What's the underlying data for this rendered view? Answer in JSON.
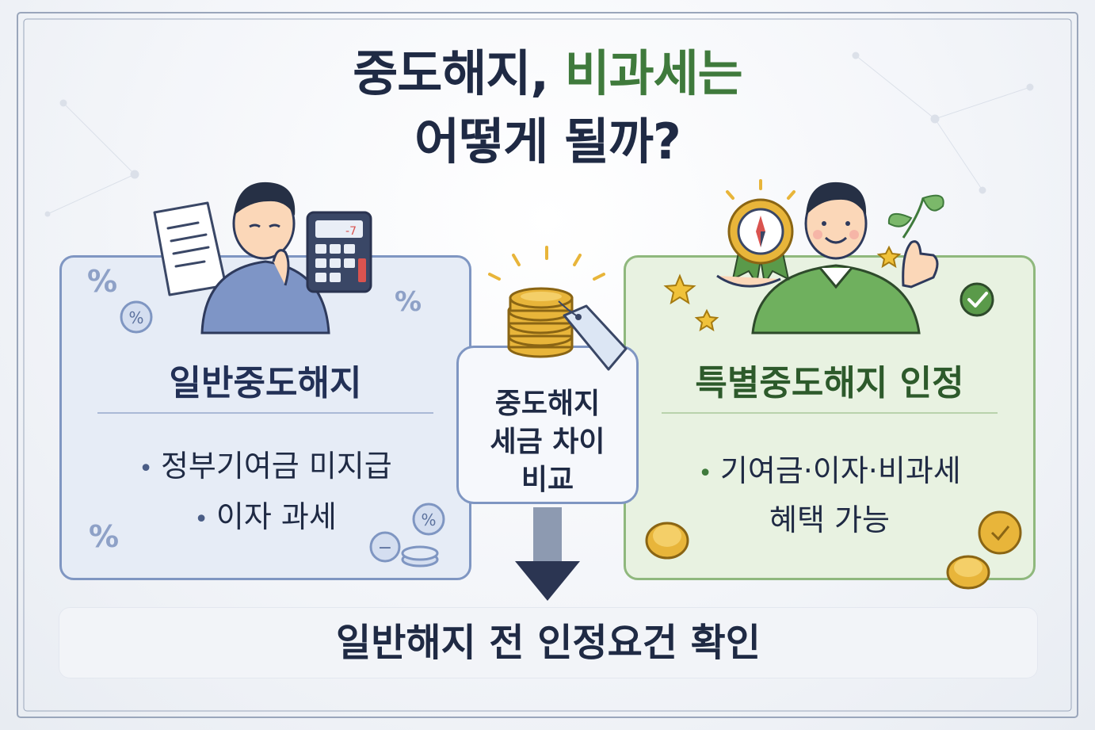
{
  "title": {
    "line1_part1": "중도해지, ",
    "line1_part2": "비과세는",
    "line2": "어떻게 될까?"
  },
  "left_card": {
    "heading": "일반중도해지",
    "bullets": [
      "정부기여금 미지급",
      "이자 과세"
    ]
  },
  "center": {
    "lines": [
      "중도해지",
      "세금 차이",
      "비교"
    ]
  },
  "right_card": {
    "heading": "특별중도해지 인정",
    "bullets": [
      "기여금·이자·비과세",
      "혜택 가능"
    ]
  },
  "bottom": {
    "text": "일반해지 전 인정요건 확인"
  },
  "decor": {
    "percent_symbol": "%",
    "calculator_display": "-7",
    "minus_symbol": "−"
  },
  "colors": {
    "navy": "#1f2a44",
    "accent_green": "#3f7a3c",
    "left_border": "#7f96c2",
    "right_border": "#8fb87d",
    "coin_gold": "#e8b53a"
  },
  "icons": [
    "document-icon",
    "worried-person-icon",
    "calculator-icon",
    "coin-stack-icon",
    "price-tag-icon",
    "compass-medal-icon",
    "happy-person-icon",
    "leaf-icon",
    "star-icon",
    "check-circle-icon",
    "coin-icon",
    "percent-icon",
    "down-arrow-icon"
  ]
}
